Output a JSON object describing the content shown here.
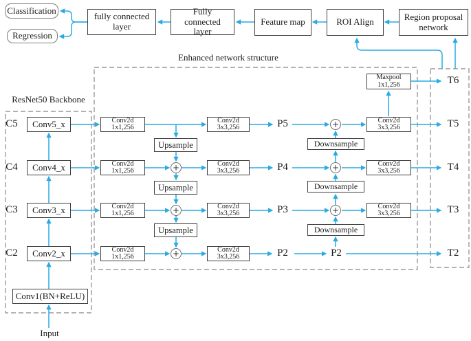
{
  "accent_color": "#29abe2",
  "border_color": "#3f3f3f",
  "dash_color": "#999999",
  "header": {
    "classification": "Classification",
    "regression": "Regression",
    "fc_lower": "fully connected layer",
    "fc_upper": "Fully connected layer",
    "feature_map": "Feature map",
    "roi_align": "ROI Align",
    "rpn": "Region proposal network"
  },
  "sections": {
    "enhanced_title": "Enhanced network structure",
    "backbone_title": "ResNet50 Backbone"
  },
  "backbone": {
    "input_label": "Input",
    "conv1": "Conv1(BN+ReLU)",
    "stages": [
      {
        "c": "C5",
        "block": "Conv5_x"
      },
      {
        "c": "C4",
        "block": "Conv4_x"
      },
      {
        "c": "C3",
        "block": "Conv3_x"
      },
      {
        "c": "C2",
        "block": "Conv2_x"
      }
    ]
  },
  "fpn": {
    "conv1x1_line1": "Conv2d",
    "conv1x1_line2": "1x1,256",
    "conv3x3_line1": "Conv2d",
    "conv3x3_line2": "3x3,256",
    "maxpool_line1": "Maxpool",
    "maxpool_line2": "1x1,256",
    "upsample": "Upsample",
    "downsample": "Downsample",
    "add_symbol": "+",
    "p_labels": [
      "P5",
      "P4",
      "P3",
      "P2"
    ],
    "p2_mid": "P2",
    "t_labels": [
      "T6",
      "T5",
      "T4",
      "T3",
      "T2"
    ]
  }
}
